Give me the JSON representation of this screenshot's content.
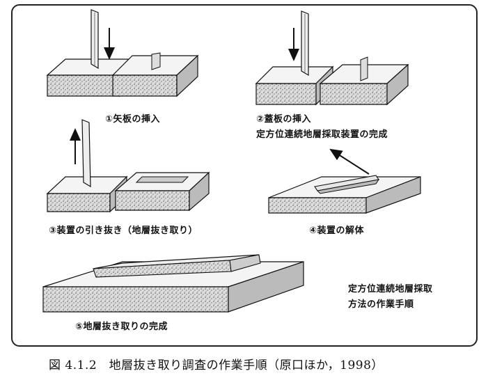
{
  "steps": {
    "s1": "①矢板の挿入",
    "s2a": "②蓋板の挿入",
    "s2b": "定方位連続地層採取装置の完成",
    "s3": "③装置の引き抜き（地層抜き取り）",
    "s4": "④装置の解体",
    "s5": "⑤地層抜き取りの完成"
  },
  "note": {
    "line1": "定方位連続地層採取",
    "line2": "方法の作業手順"
  },
  "caption": "図 4.1.2　地層抜き取り調査の作業手順（原口ほか，1998）"
}
